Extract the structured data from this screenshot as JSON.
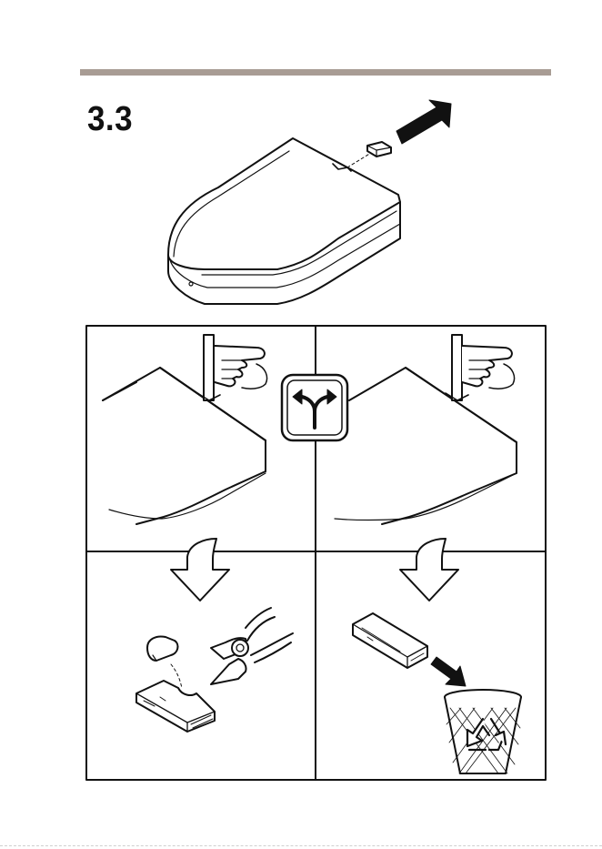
{
  "header": {
    "step_number": "3.3"
  },
  "colors": {
    "rule": "#a89c94",
    "line": "#111111",
    "fill": "#ffffff"
  },
  "panels": [
    {
      "id": "top-left",
      "content": "finger-press-release-tab"
    },
    {
      "id": "top-right",
      "content": "finger-press-release-tab"
    },
    {
      "id": "bottom-left",
      "content": "cut-battery-with-pliers"
    },
    {
      "id": "bottom-right",
      "content": "recycle-battery"
    }
  ],
  "icons": [
    "direction-arrow-icon",
    "fork-arrows-icon",
    "down-arrow-icon",
    "pliers-icon",
    "recycle-bin-icon",
    "recycle-symbol-icon",
    "battery-icon",
    "finger-icon"
  ]
}
